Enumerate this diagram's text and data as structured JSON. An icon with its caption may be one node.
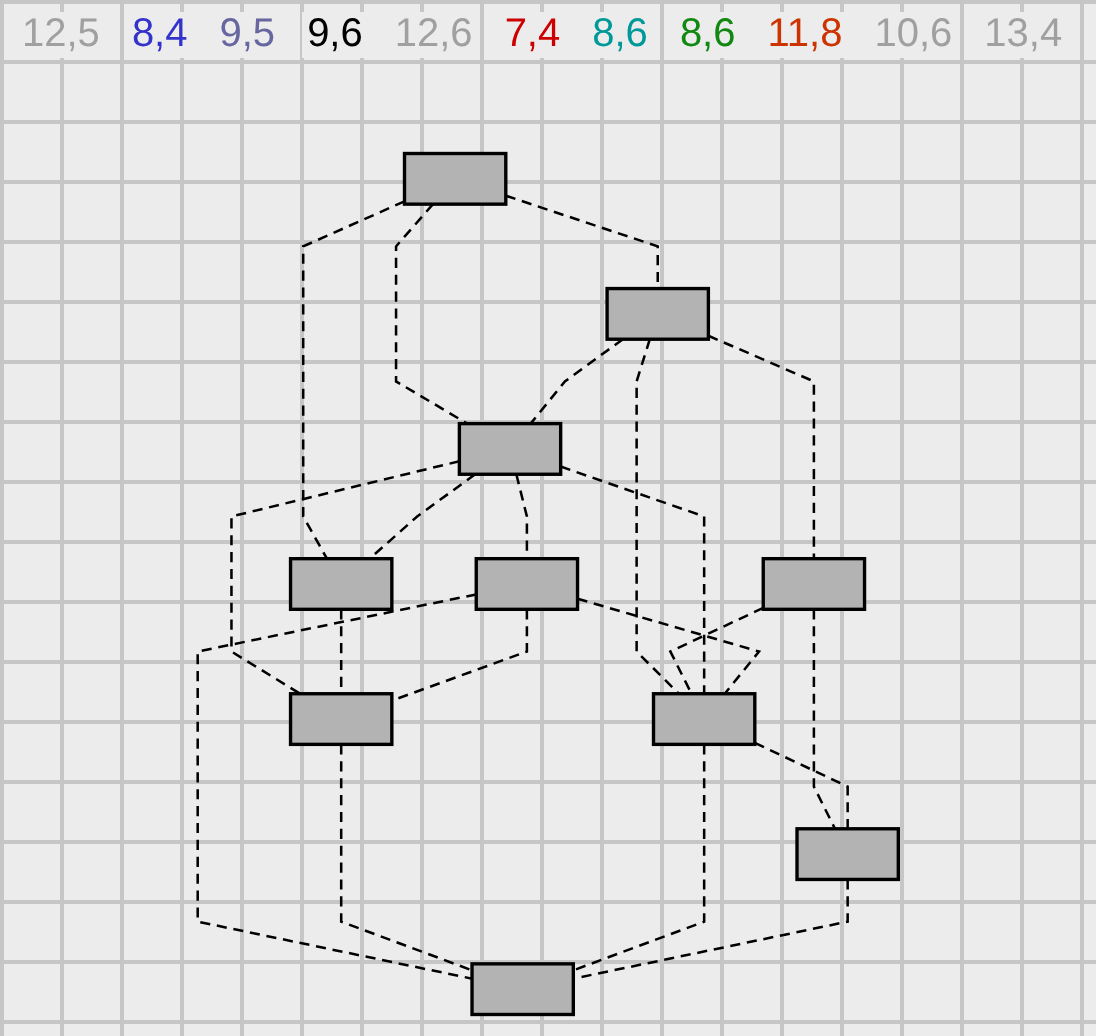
{
  "diagram": {
    "nodes": [
      {
        "text": [],
        "shape": "box"
      },
      {
        "text": [],
        "shape": "box"
      },
      {
        "text": [],
        "shape": "box"
      },
      {
        "text": [],
        "shape": "box"
      },
      {
        "text": [],
        "shape": "box"
      },
      {
        "text": [],
        "shape": "box"
      },
      {
        "text": [],
        "shape": "box"
      },
      {
        "text": [],
        "shape": "box"
      },
      {
        "text": [],
        "shape": "box"
      },
      {
        "text": [],
        "shape": "box"
      }
    ],
    "edges": [
      {
        "from": 0,
        "to": 2,
        "arrow": "none",
        "style": "dashed"
      },
      {
        "from": 0,
        "to": 4,
        "arrow": "none",
        "style": "dashed"
      },
      {
        "from": 0,
        "to": 1,
        "arrow": "none",
        "style": "dashed"
      },
      {
        "from": 2,
        "to": 3,
        "arrow": "none",
        "style": "dashed"
      },
      {
        "from": 2,
        "to": 4,
        "arrow": "none",
        "style": "dashed"
      },
      {
        "from": 2,
        "to": 7,
        "arrow": "none",
        "style": "dashed"
      },
      {
        "from": 3,
        "to": 7,
        "arrow": "none",
        "style": "dashed"
      },
      {
        "from": 3,
        "to": 8,
        "arrow": "none",
        "style": "dashed"
      },
      {
        "from": 4,
        "to": 1,
        "arrow": "none",
        "style": "dashed"
      },
      {
        "from": 4,
        "to": 7,
        "arrow": "none",
        "style": "dashed"
      },
      {
        "from": 4,
        "to": 5,
        "arrow": "none",
        "style": "dashed"
      },
      {
        "from": 4,
        "to": 6,
        "arrow": "none",
        "style": "dashed"
      },
      {
        "from": 1,
        "to": 6,
        "arrow": "none",
        "style": "dashed"
      },
      {
        "from": 5,
        "to": 6,
        "arrow": "none",
        "style": "dashed"
      },
      {
        "from": 5,
        "to": 7,
        "arrow": "none",
        "style": "dashed"
      },
      {
        "from": 5,
        "to": 9,
        "arrow": "none",
        "style": "dashed"
      },
      {
        "from": 6,
        "to": 9,
        "arrow": "none",
        "style": "dashed"
      },
      {
        "from": 7,
        "to": 8,
        "arrow": "none",
        "style": "dashed"
      },
      {
        "from": 7,
        "to": 9,
        "arrow": "none",
        "style": "dashed"
      },
      {
        "from": 8,
        "to": 9,
        "arrow": "none",
        "style": "dashed"
      }
    ],
    "labels": [
      "12,5",
      "8,4",
      "9,5",
      "9,6",
      "12,6",
      "7,4",
      "8,6",
      "8,6",
      "11,8",
      "10,6",
      "13,4"
    ]
  }
}
